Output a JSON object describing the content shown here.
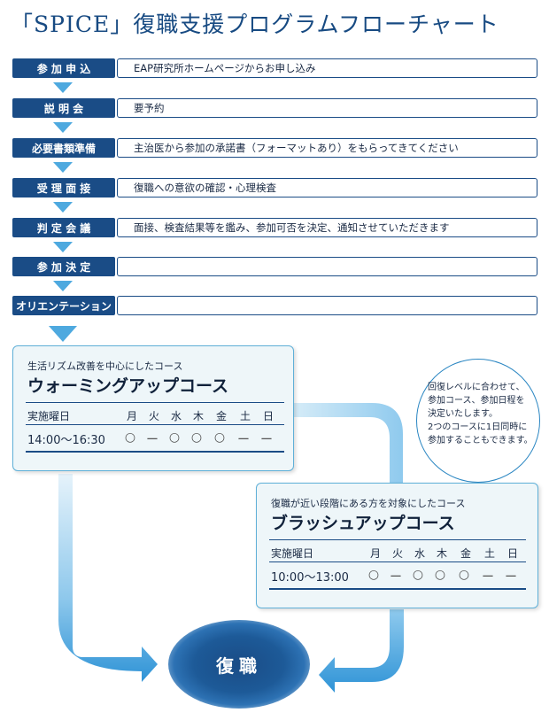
{
  "title": "「SPICE」復職支援プログラムフローチャート",
  "steps": [
    {
      "label": "参 加 申 込",
      "desc": "EAP研究所ホームページからお申し込み"
    },
    {
      "label": "説 明 会",
      "desc": "要予約"
    },
    {
      "label": "必要書類準備",
      "desc": "主治医から参加の承諾書（フォーマットあり）をもらってきてください"
    },
    {
      "label": "受 理 面 接",
      "desc": "復職への意欲の確認・心理検査"
    },
    {
      "label": "判 定 会 議",
      "desc": "面接、検査結果等を鑑み、参加可否を決定、通知させていただきます"
    },
    {
      "label": "参 加 決 定",
      "desc": ""
    },
    {
      "label": "オリエンテーション",
      "desc": ""
    }
  ],
  "courses": [
    {
      "subtitle": "生活リズム改善を中心にしたコース",
      "name": "ウォーミングアップコース",
      "schedule_label": "実施曜日",
      "days": [
        "月",
        "火",
        "水",
        "木",
        "金",
        "土",
        "日"
      ],
      "time": "14:00〜16:30",
      "marks": [
        "○",
        "ー",
        "○",
        "○",
        "○",
        "ー",
        "ー"
      ]
    },
    {
      "subtitle": "復職が近い段階にある方を対象にしたコース",
      "name": "ブラッシュアップコース",
      "schedule_label": "実施曜日",
      "days": [
        "月",
        "火",
        "水",
        "木",
        "金",
        "土",
        "日"
      ],
      "time": "10:00〜13:00",
      "marks": [
        "○",
        "ー",
        "○",
        "○",
        "○",
        "ー",
        "ー"
      ]
    }
  ],
  "note": {
    "lines": [
      "回復レベルに合わせて、",
      "参加コース、参加日程を",
      "決定いたします。",
      "2つのコースに1日同時に",
      "参加することもできます。"
    ]
  },
  "goal": {
    "label": "復職"
  },
  "colors": {
    "navy": "#1a4c86",
    "arrow_blue": "#4ea9df",
    "panel_bg": "#eef6f9"
  }
}
